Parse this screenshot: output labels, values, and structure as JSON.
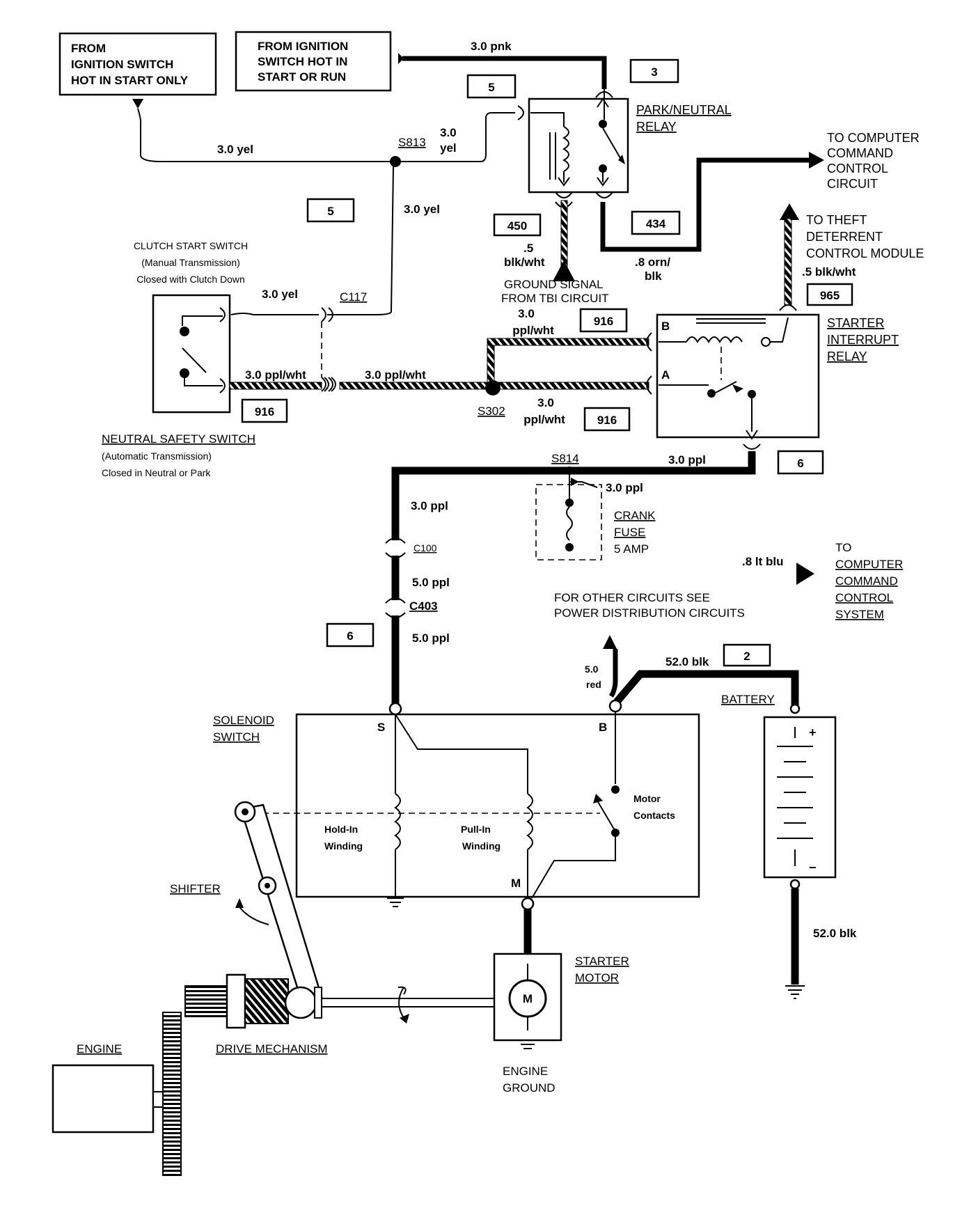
{
  "sources": {
    "start_only": [
      "FROM",
      "IGNITION SWITCH",
      "HOT IN START ONLY"
    ],
    "start_or_run": [
      "FROM IGNITION",
      "SWITCH HOT IN",
      "START OR RUN"
    ]
  },
  "wires": {
    "pnk": "3.0 pnk",
    "yel_top": "3.0  yel",
    "yel_relay": [
      "3.0",
      "yel"
    ],
    "yel_down": "3.0 yel",
    "yel_clutch": "3.0 yel",
    "ppl_wht_switch": "3.0 ppl/wht",
    "ppl_wht_mid": "3.0 ppl/wht",
    "ppl_wht_relayB": [
      "3.0",
      "ppl/wht"
    ],
    "ppl_wht_relayA": [
      "3.0",
      "ppl/wht"
    ],
    "blk_wht": [
      ".5",
      "blk/wht"
    ],
    "orn_blk": [
      ".8 orn/",
      "blk"
    ],
    "blk_wht_theft": ".5 blk/wht",
    "ppl_relay": "3.0 ppl",
    "ppl_fuse": "3.0 ppl",
    "ppl_c100": "3.0 ppl",
    "ppl_5_a": "5.0 ppl",
    "ppl_5_b": "5.0 ppl",
    "lt_blu": ".8 lt blu",
    "red": [
      "5.0",
      "red"
    ],
    "blk_bat_top": "52.0 blk",
    "blk_bat_bottom": "52.0 blk"
  },
  "boxes": {
    "b3": "3",
    "b5_relay": "5",
    "b5_left": "5",
    "b450": "450",
    "b434": "434",
    "b965": "965",
    "b916_top": "916",
    "b916_left": "916",
    "b916_a": "916",
    "b6_relay": "6",
    "b6_left": "6",
    "b2": "2"
  },
  "splices": {
    "s813": "S813",
    "s302": "S302",
    "s814": "S814"
  },
  "connectors": {
    "c117": "C117",
    "c100": "C100",
    "c403": "C403"
  },
  "components": {
    "park_neutral_relay": [
      "PARK/NEUTRAL",
      "RELAY"
    ],
    "computer_command": [
      "TO COMPUTER",
      "COMMAND",
      "CONTROL",
      "CIRCUIT"
    ],
    "theft": [
      "TO THEFT",
      "DETERRENT",
      "CONTROL MODULE"
    ],
    "ground_signal": [
      "GROUND SIGNAL",
      "FROM TBI CIRCUIT"
    ],
    "clutch": [
      "CLUTCH START SWITCH",
      "(Manual Transmission)",
      "Closed with Clutch Down"
    ],
    "neutral": [
      "NEUTRAL SAFETY SWITCH",
      "(Automatic Transmission)",
      "Closed in Neutral or Park"
    ],
    "starter_interrupt": [
      "STARTER",
      "INTERRUPT",
      "RELAY"
    ],
    "terminal_b": "B",
    "terminal_a": "A",
    "crank_fuse": [
      "CRANK",
      "FUSE",
      "5 AMP"
    ],
    "computer_system": [
      "TO",
      "COMPUTER",
      "COMMAND",
      "CONTROL",
      "SYSTEM"
    ],
    "other_circuits": [
      "FOR OTHER CIRCUITS SEE",
      "POWER DISTRIBUTION CIRCUITS"
    ],
    "solenoid": [
      "SOLENOID",
      "SWITCH"
    ],
    "sol_s": "S",
    "sol_b": "B",
    "sol_m": "M",
    "hold_in": [
      "Hold-In",
      "Winding"
    ],
    "pull_in": [
      "Pull-In",
      "Winding"
    ],
    "motor_contacts": [
      "Motor",
      "Contacts"
    ],
    "battery": "BATTERY",
    "plus": "+",
    "minus": "−",
    "shifter": "SHIFTER",
    "starter_motor": [
      "STARTER",
      "MOTOR"
    ],
    "motor_m": "M",
    "engine": "ENGINE",
    "drive": "DRIVE MECHANISM",
    "engine_ground": [
      "ENGINE",
      "GROUND"
    ]
  }
}
